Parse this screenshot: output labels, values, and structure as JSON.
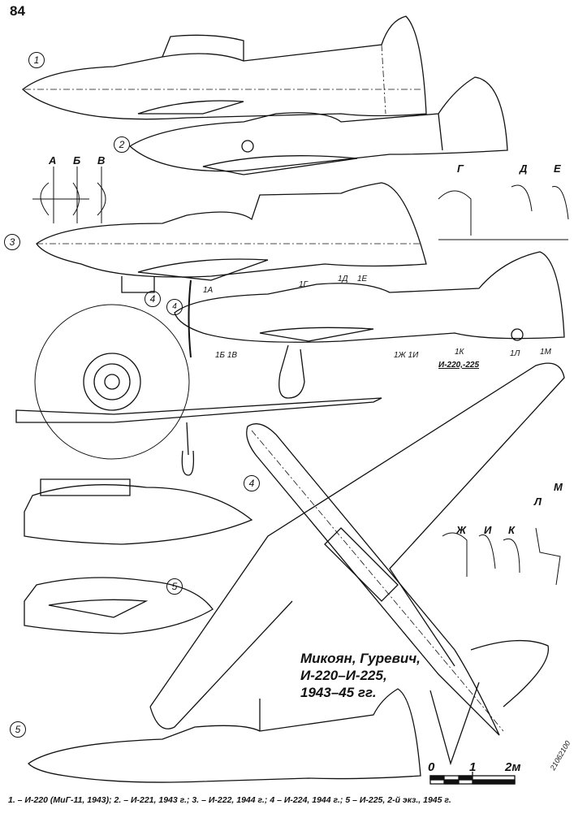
{
  "page_number": "84",
  "title": [
    "Микоян, Гуревич,",
    "И-220–И-225,",
    "1943–45 гг."
  ],
  "caption": "1. – И-220 (МиГ-11, 1943); 2. – И-221, 1943 г.; 3. – И-222, 1944 г.; 4 – И-224, 1944 г.; 5 – И-225, 2-й экз., 1945 г.",
  "view_numbers": [
    "1",
    "2",
    "3",
    "4",
    "4",
    "4",
    "5",
    "5"
  ],
  "section_labels": {
    "a": "А",
    "b": "Б",
    "v": "В",
    "g": "Г",
    "d": "Д",
    "e": "Е",
    "zh": "Ж",
    "i": "И",
    "k": "К",
    "l": "Л",
    "m": "М"
  },
  "station_marks": {
    "1a": "1А",
    "1g": "1Г",
    "1d": "1Д",
    "1e": "1Е",
    "1bv": "1Б 1В",
    "1zh1i": "1Ж 1И",
    "1k": "1К",
    "1l": "1Л",
    "1m": "1М"
  },
  "wing_label": "И-220,-225",
  "scale": {
    "ticks": [
      "0",
      "1",
      "2м"
    ]
  },
  "signature": "21062100"
}
